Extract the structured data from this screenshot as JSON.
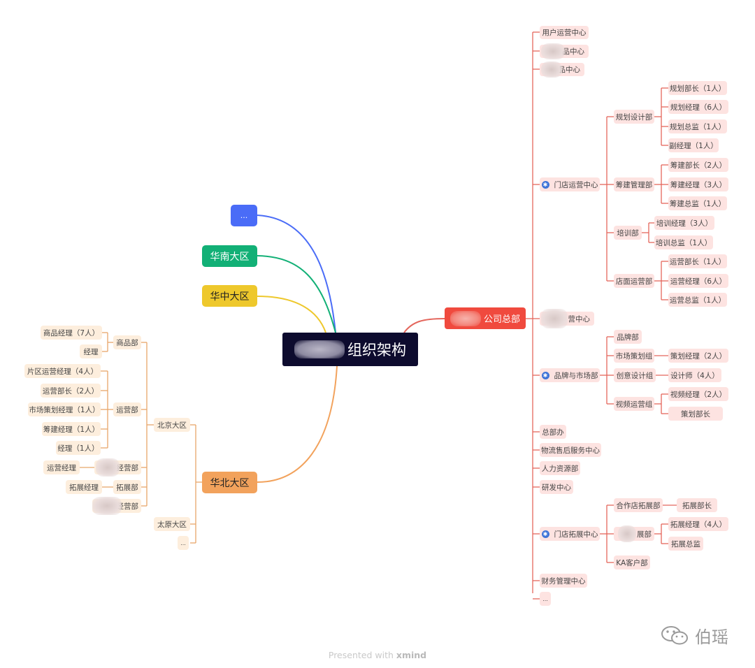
{
  "center": {
    "label": "组织架构"
  },
  "regions": {
    "more": "...",
    "huanan": "华南大区",
    "huazhong": "华中大区",
    "huabei": "华北大区"
  },
  "hq": {
    "label": "公司总部"
  },
  "colors": {
    "right_branch": "#e4665c",
    "left_branch": "#e7a66a",
    "more": "#4a6cf7",
    "huanan": "#12b076",
    "huazhong": "#eec82c",
    "huabei": "#f2a25c"
  },
  "right": {
    "user_ops": "用户运营中心",
    "product_center": "品中心",
    "item3": "品中心",
    "store_ops": "门店运营中心",
    "planning_dept": "规划设计部",
    "planning_head": "规划部长（1人）",
    "planning_mgr": "规划经理（6人）",
    "planning_dir": "规划总监（1人）",
    "deputy_mgr": "副经理（1人）",
    "build_dept": "筹建管理部",
    "build_head": "筹建部长（2人）",
    "build_mgr": "筹建经理（3人）",
    "build_dir": "筹建总监（1人）",
    "training_dept": "培训部",
    "training_mgr": "培训经理（3人）",
    "training_dir": "培训总监（1人）",
    "shop_ops": "店面运营部",
    "ops_head": "运营部长（1人）",
    "ops_mgr": "运营经理（6人）",
    "ops_dir": "运营总监（1人）",
    "ops_center": "营中心",
    "brand_mkt": "品牌与市场部",
    "brand_dept": "品牌部",
    "mkt_plan": "市场策划组",
    "plan_mgr": "策划经理（2人）",
    "creative": "创意设计组",
    "designer": "设计师（4人）",
    "video_ops": "视频运营组",
    "video_mgr": "视频经理（2人）",
    "plan_head": "策划部长",
    "gm_office": "总部办",
    "logistics": "物流售后服务中心",
    "hr": "人力资源部",
    "rd": "研发中心",
    "store_exp": "门店拓展中心",
    "partner_exp": "合作店拓展部",
    "exp_head": "拓展部长",
    "exp_dept": "展部",
    "exp_mgr": "拓展经理（4人）",
    "exp_dir": "拓展总监",
    "ka": "KA客户部",
    "finance": "财务管理中心",
    "more": "..."
  },
  "left": {
    "goods_mgr": "商品经理（7人）",
    "mgr1": "经理",
    "goods_dept": "商品部",
    "area_ops_mgr": "片区运营经理（4人）",
    "ops_head": "运营部长（2人）",
    "mkt_plan_mgr": "市场策划经理（1人）",
    "build_mgr": "筹建经理（1人）",
    "mgr2": "经理（1人）",
    "ops_dept": "运营部",
    "beijing": "北京大区",
    "ops_mgr": "运营经理",
    "op_dept": "经营部",
    "exp_mgr": "拓展经理",
    "exp_dept": "拓展部",
    "op_dept2": "经营部",
    "taiyuan": "太原大区",
    "more": "..."
  },
  "footer": {
    "prefix": "Presented with ",
    "brand": "xmind"
  },
  "watermark": {
    "text": "伯瑶"
  }
}
